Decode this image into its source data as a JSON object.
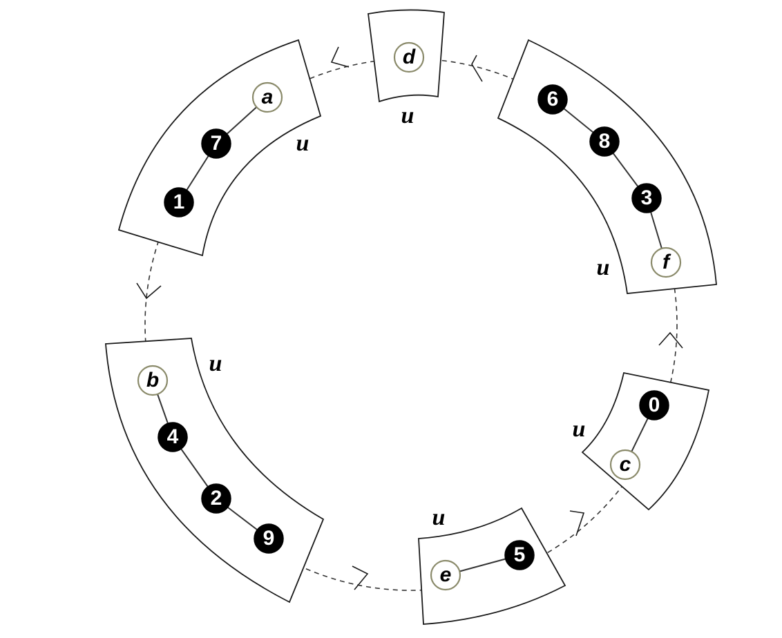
{
  "segments": [
    {
      "id": "top-left",
      "u_label": "u",
      "nodes": [
        {
          "id": "1",
          "label": "1",
          "kind": "number"
        },
        {
          "id": "7",
          "label": "7",
          "kind": "number"
        },
        {
          "id": "a",
          "label": "a",
          "kind": "letter"
        }
      ],
      "edges": [
        [
          "1",
          "7"
        ],
        [
          "7",
          "a"
        ]
      ]
    },
    {
      "id": "top",
      "u_label": "u",
      "nodes": [
        {
          "id": "d",
          "label": "d",
          "kind": "letter"
        }
      ],
      "edges": []
    },
    {
      "id": "right",
      "u_label": "u",
      "nodes": [
        {
          "id": "6",
          "label": "6",
          "kind": "number"
        },
        {
          "id": "8",
          "label": "8",
          "kind": "number"
        },
        {
          "id": "3",
          "label": "3",
          "kind": "number"
        },
        {
          "id": "f",
          "label": "f",
          "kind": "letter"
        }
      ],
      "edges": [
        [
          "6",
          "8"
        ],
        [
          "8",
          "3"
        ],
        [
          "3",
          "f"
        ]
      ]
    },
    {
      "id": "bottom-right",
      "u_label": "u",
      "nodes": [
        {
          "id": "0",
          "label": "0",
          "kind": "number"
        },
        {
          "id": "c",
          "label": "c",
          "kind": "letter"
        }
      ],
      "edges": [
        [
          "0",
          "c"
        ]
      ]
    },
    {
      "id": "bottom",
      "u_label": "u",
      "nodes": [
        {
          "id": "e",
          "label": "e",
          "kind": "letter"
        },
        {
          "id": "5",
          "label": "5",
          "kind": "number"
        }
      ],
      "edges": [
        [
          "e",
          "5"
        ]
      ]
    },
    {
      "id": "left",
      "u_label": "u",
      "nodes": [
        {
          "id": "b",
          "label": "b",
          "kind": "letter"
        },
        {
          "id": "4",
          "label": "4",
          "kind": "number"
        },
        {
          "id": "2",
          "label": "2",
          "kind": "number"
        },
        {
          "id": "9",
          "label": "9",
          "kind": "number"
        }
      ],
      "edges": [
        [
          "b",
          "4"
        ],
        [
          "4",
          "2"
        ],
        [
          "2",
          "9"
        ]
      ]
    }
  ],
  "cycle_direction": "counterclockwise",
  "colors": {
    "number_node_fill": "#000000",
    "letter_node_fill": "#ffffff",
    "letter_node_stroke": "#8a8a6a",
    "outline": "#1a1a1a"
  }
}
